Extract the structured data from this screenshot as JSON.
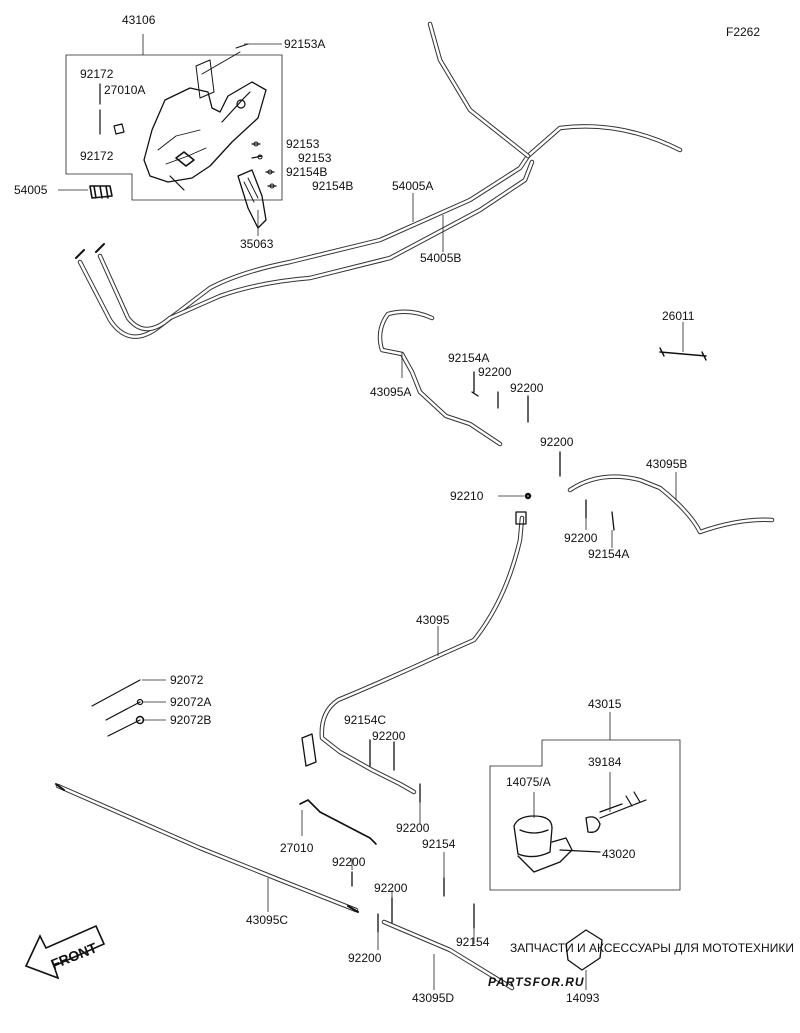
{
  "figure_code": "F2262",
  "front_label": "FRONT",
  "watermark": {
    "line1": "ЗАПЧАСТИ И АКСЕССУАРЫ ДЛЯ МОТОТЕХНИКИ",
    "logo": "PARTSFOR.RU"
  },
  "labels": {
    "l43106": "43106",
    "l92153A": "92153A",
    "l92172a": "92172",
    "l27010A": "27010A",
    "l92172b": "92172",
    "l92153a": "92153",
    "l92153b": "92153",
    "l92154Ba": "92154B",
    "l92154Bb": "92154B",
    "l54005": "54005",
    "l35063": "35063",
    "l54005A": "54005A",
    "l54005B": "54005B",
    "l26011": "26011",
    "l92154Aa": "92154A",
    "l92200a": "92200",
    "l92200b": "92200",
    "l43095A": "43095A",
    "l92200c": "92200",
    "l43095B": "43095B",
    "l92210": "92210",
    "l92200d": "92200",
    "l92154Ab": "92154A",
    "l43095": "43095",
    "l43015": "43015",
    "l92072": "92072",
    "l92072A": "92072A",
    "l92072B": "92072B",
    "l92154C": "92154C",
    "l92200e": "92200",
    "l39184": "39184",
    "l14075A": "14075/A",
    "l43020": "43020",
    "l27010": "27010",
    "l92200f": "92200",
    "l92154a": "92154",
    "l92200g": "92200",
    "l92200h": "92200",
    "l43095C": "43095C",
    "l92154b": "92154",
    "l92200i": "92200",
    "l43095D": "43095D",
    "l14093": "14093"
  }
}
